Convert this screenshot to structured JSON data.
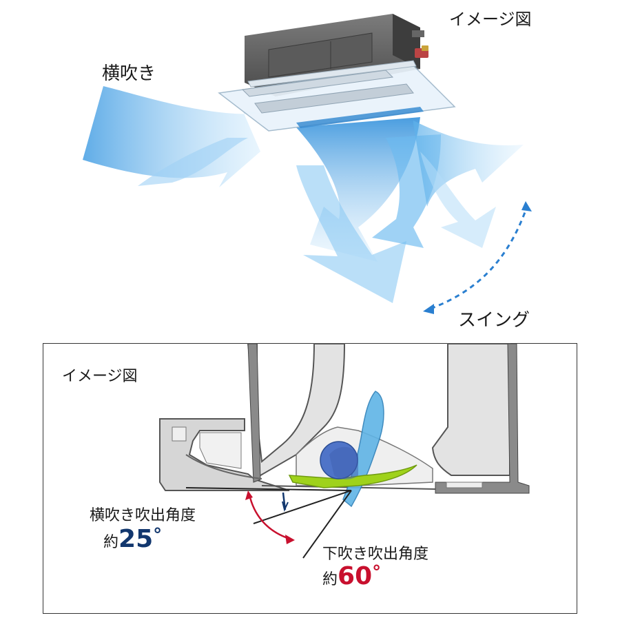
{
  "top": {
    "caption": "イメージ図",
    "side_blow_label": "横吹き",
    "swing_label": "スイング"
  },
  "bottom": {
    "caption": "イメージ図",
    "side_angle": {
      "label": "横吹き吹出角度",
      "prefix": "約",
      "value": "25",
      "unit": "°",
      "color": "#12376e"
    },
    "down_angle": {
      "label": "下吹き吹出角度",
      "prefix": "約",
      "value": "60",
      "unit": "°",
      "color": "#c8102e"
    }
  },
  "colors": {
    "airflow": "#3ea1e6",
    "vane_green": "#9fd21b",
    "vane_blue": "#5fb4e6",
    "swing_arrow": "#2a7fd0",
    "frame": "#333333"
  }
}
